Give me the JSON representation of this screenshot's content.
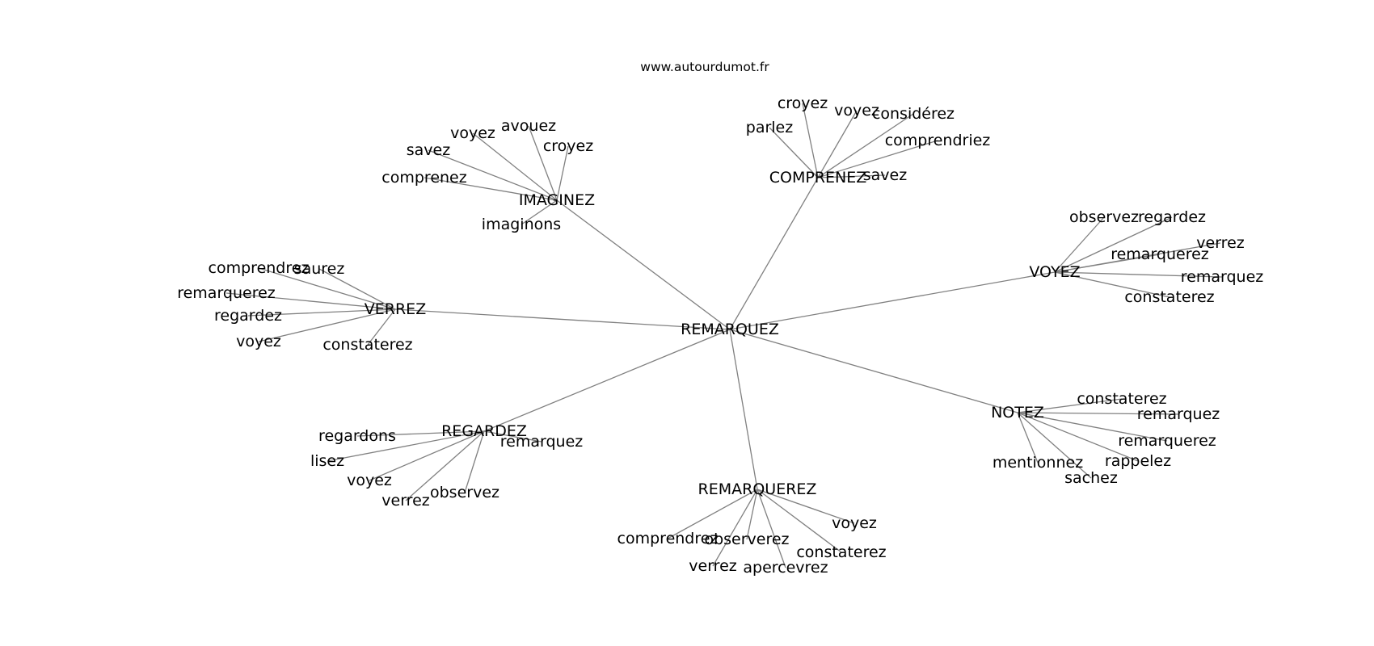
{
  "header": {
    "watermark": "www.autourdumot.fr"
  },
  "graph": {
    "center": "REMARQUEZ",
    "hubs": [
      {
        "label": "IMAGINEZ",
        "children": [
          "voyez",
          "avouez",
          "croyez",
          "savez",
          "comprenez",
          "imaginons"
        ]
      },
      {
        "label": "COMPRENEZ",
        "children": [
          "croyez",
          "voyez",
          "considérez",
          "parlez",
          "comprendriez",
          "savez"
        ]
      },
      {
        "label": "VOYEZ",
        "children": [
          "observez",
          "regardez",
          "verrez",
          "remarquerez",
          "remarquez",
          "constaterez"
        ]
      },
      {
        "label": "VERREZ",
        "children": [
          "comprendrez",
          "saurez",
          "remarquerez",
          "regardez",
          "voyez",
          "constaterez"
        ]
      },
      {
        "label": "NOTEZ",
        "children": [
          "constaterez",
          "remarquez",
          "remarquerez",
          "mentionnez",
          "rappelez",
          "sachez"
        ]
      },
      {
        "label": "REGARDEZ",
        "children": [
          "regardons",
          "remarquez",
          "lisez",
          "voyez",
          "verrez",
          "observez"
        ]
      },
      {
        "label": "REMARQUEREZ",
        "children": [
          "comprendrez",
          "voyez",
          "observerez",
          "constaterez",
          "verrez",
          "apercevrez"
        ]
      }
    ]
  }
}
